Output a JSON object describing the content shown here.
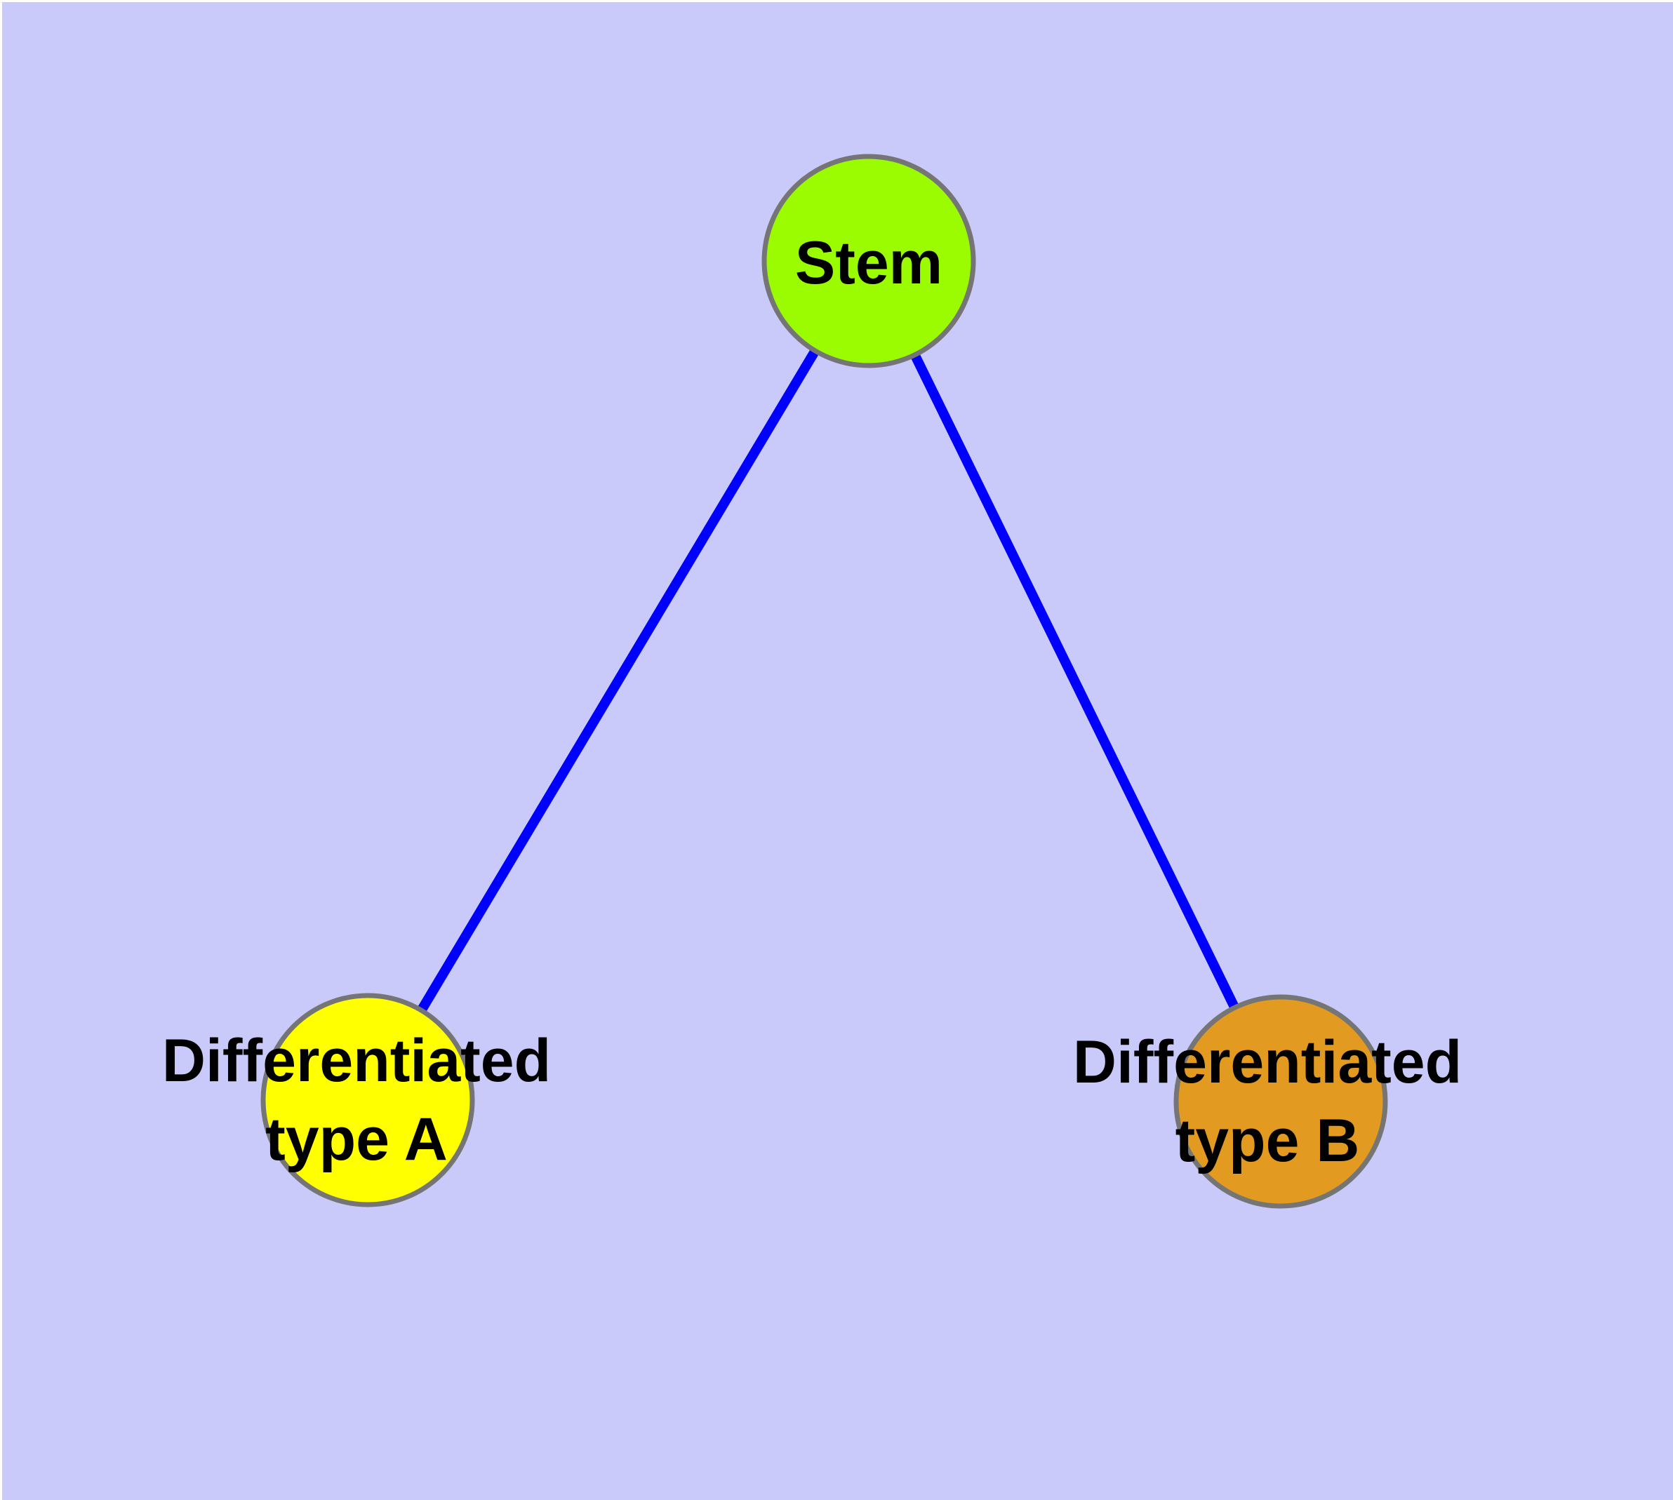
{
  "diagram": {
    "type": "node-link-graph",
    "background_color": "#cacafa",
    "nodes": [
      {
        "id": "stem",
        "label": "Stem",
        "fill": "#9bfb00",
        "border_color": "#757575"
      },
      {
        "id": "differentiated-type-a",
        "label": "Differentiated\ntype A",
        "fill": "#ffff00",
        "border_color": "#757575"
      },
      {
        "id": "differentiated-type-b",
        "label": "Differentiated\ntype B",
        "fill": "#e29a20",
        "border_color": "#757575"
      }
    ],
    "edges": [
      {
        "from": "stem",
        "to": "differentiated-type-a",
        "color": "#0000ff"
      },
      {
        "from": "stem",
        "to": "differentiated-type-b",
        "color": "#0000ff"
      }
    ]
  }
}
